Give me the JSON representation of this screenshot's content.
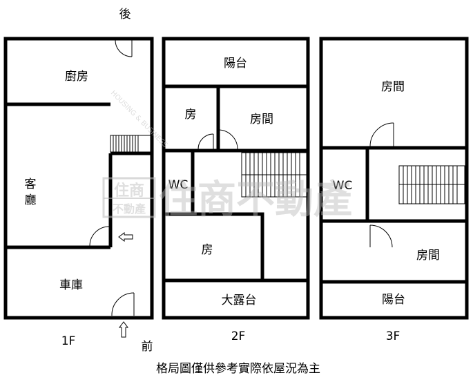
{
  "top_label": "後",
  "front_label": "前",
  "caption": "格局圖僅供參考實際依屋況為主",
  "watermark": {
    "brand_box_top": "住商",
    "brand_box_bottom": "不動產",
    "brand_text": "住商不動產",
    "slogan": "HOUSING & BUSINESS"
  },
  "floors": {
    "f1": {
      "name": "1F",
      "rooms": {
        "kitchen": "廚房",
        "living_line1": "客",
        "living_line2": "廳",
        "garage": "車庫"
      }
    },
    "f2": {
      "name": "2F",
      "rooms": {
        "balcony": "陽台",
        "room_small": "房",
        "room_main": "房間",
        "wc": "WC",
        "room_lower": "房",
        "terrace": "大露台"
      }
    },
    "f3": {
      "name": "3F",
      "rooms": {
        "room_upper": "房間",
        "wc": "WC",
        "room_lower": "房間",
        "balcony": "陽台"
      }
    }
  },
  "colors": {
    "wall": "#000000",
    "watermark": "#b9b9b9"
  }
}
